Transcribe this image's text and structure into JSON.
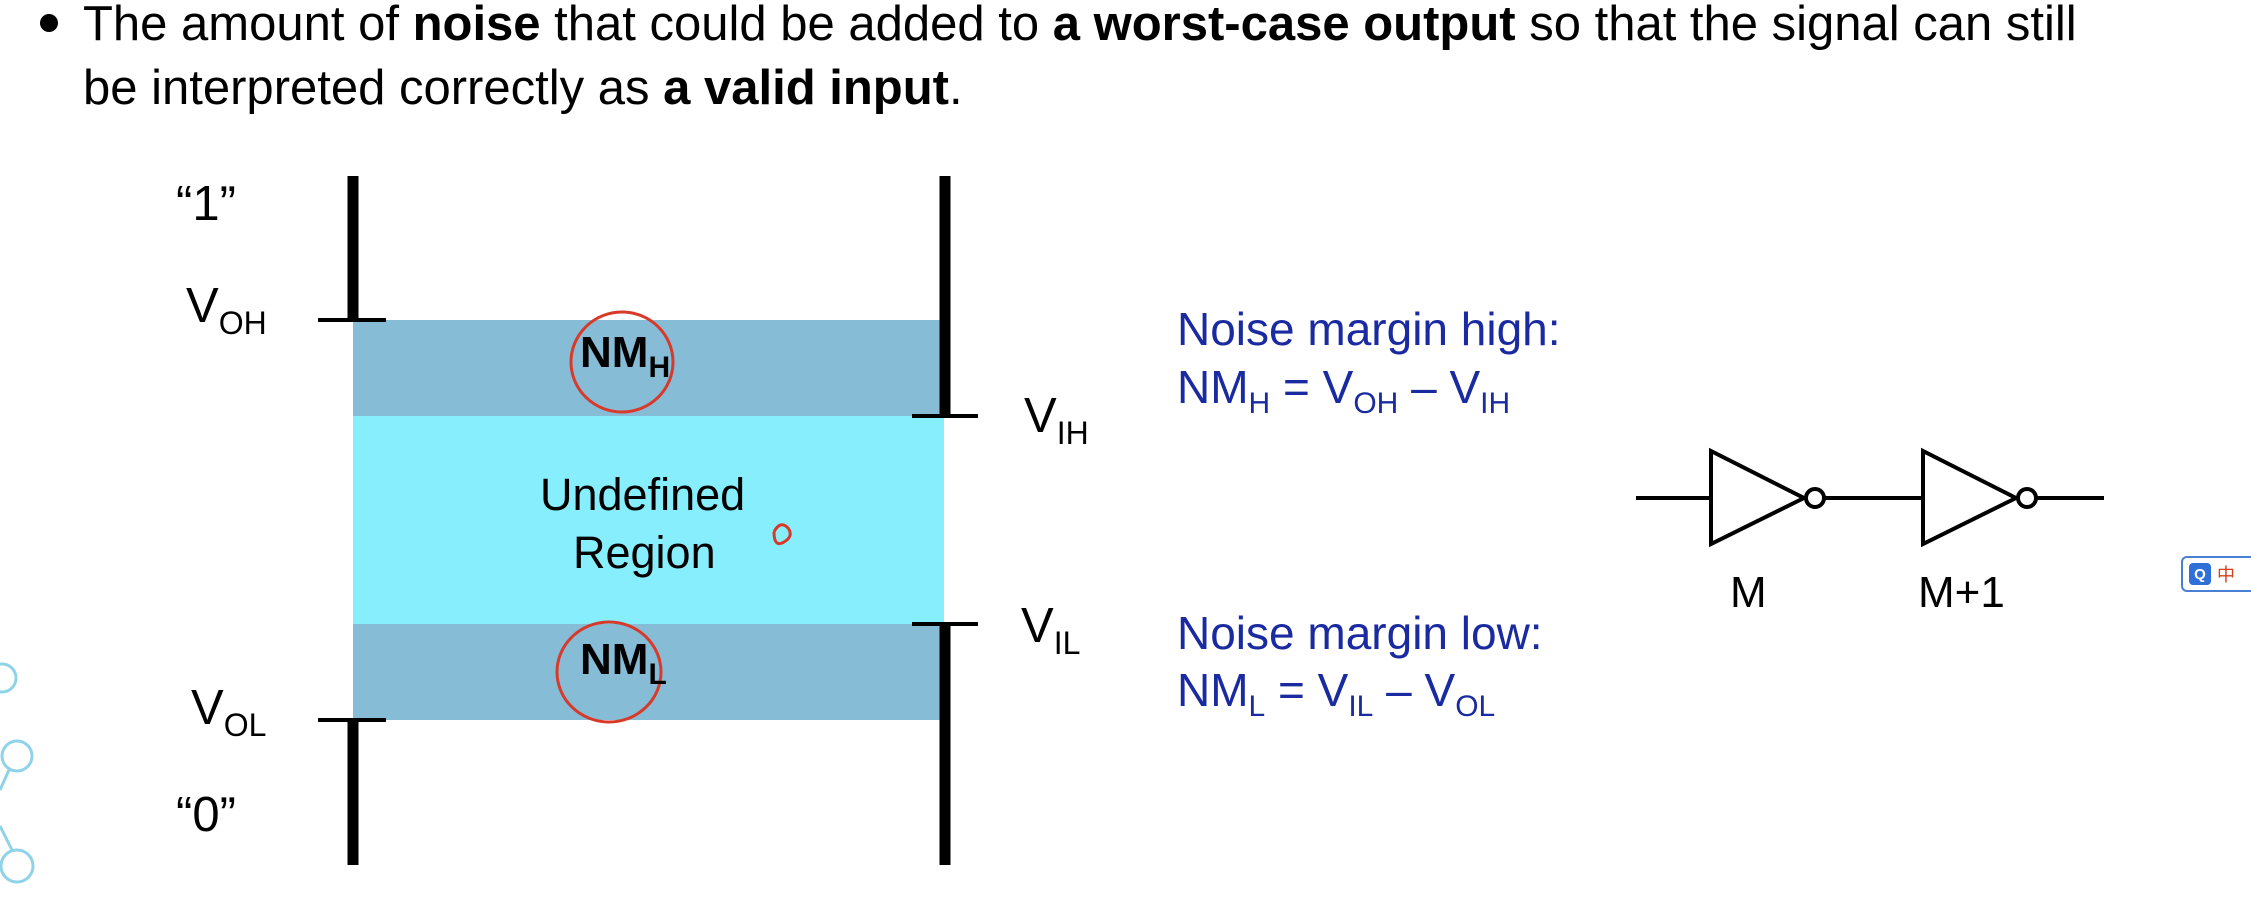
{
  "bullet": {
    "parts": [
      {
        "text": "The amount of ",
        "bold": false
      },
      {
        "text": "noise",
        "bold": true
      },
      {
        "text": " that could be added to ",
        "bold": false
      },
      {
        "text": "a worst-case output",
        "bold": true
      },
      {
        "text": " so that the signal can still",
        "bold": false
      }
    ],
    "line2_parts": [
      {
        "text": "be interpreted correctly as ",
        "bold": false
      },
      {
        "text": "a valid input",
        "bold": true
      },
      {
        "text": ".",
        "bold": false
      }
    ]
  },
  "levels": {
    "one": "“1”",
    "zero": "“0”",
    "voh_main": "V",
    "voh_sub": "OH",
    "vol_main": "V",
    "vol_sub": "OL",
    "vih_main": "V",
    "vih_sub": "IH",
    "vil_main": "V",
    "vil_sub": "IL"
  },
  "regions": {
    "nmh_main": "NM",
    "nmh_sub": "H",
    "undefined_line1": "Undefined",
    "undefined_line2": "Region",
    "nml_main": "NM",
    "nml_sub": "L"
  },
  "margins": {
    "high_title": "Noise margin high:",
    "high_formula": {
      "a": "NM",
      "a_sub": "H",
      "eq": " = V",
      "b_sub": "OH",
      "minus": " – V",
      "c_sub": "IH"
    },
    "low_title": "Noise margin low:",
    "low_formula": {
      "a": "NM",
      "a_sub": "L",
      "eq": " = V",
      "b_sub": "IL",
      "minus": " – V",
      "c_sub": "OL"
    }
  },
  "inverters": {
    "first_label": "M",
    "second_label": "M+1"
  },
  "widget": {
    "icon_letter": "Q",
    "text": "中"
  },
  "colors": {
    "margin_region": "#86bcd6",
    "undefined_region": "#86eefc",
    "formula_text": "#1a2aa0",
    "annotation_ink": "#d83a2a"
  }
}
